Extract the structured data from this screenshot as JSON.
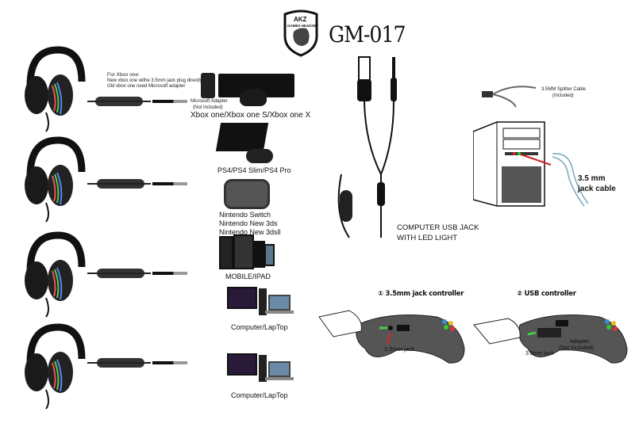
{
  "logo": {
    "brand": "AKZ",
    "subtitle": "GAMES HEADSET"
  },
  "model": "GM-017",
  "xbox": {
    "note_title": "For Xbox one:",
    "note_line1": "New xbox one withe 3.5mm jack plug directly",
    "note_line2": "Old xbox one need Microsoft adapter",
    "adapter_label1": "Microsoft Adapter",
    "adapter_label2": "(Not Included)",
    "label": "Xbox one/Xbox one S/Xbox one X"
  },
  "ps4": {
    "label": "PS4/PS4 Slim/PS4 Pro"
  },
  "nintendo": {
    "line1": "Nintendo Switch",
    "line2": "Nintendo New 3ds",
    "line3": "Nintendo New 3dsll"
  },
  "mobile": {
    "label": "MOBILE/IPAD"
  },
  "computer1": {
    "label": "Computer/LapTop"
  },
  "computer2": {
    "label": "Computer/LapTop"
  },
  "usb": {
    "line1": "COMPUTER USB JACK",
    "line2": "WITH LED LIGHT"
  },
  "splitter": {
    "line1": "3.5MM Splitter Cable",
    "line2": "(Included)"
  },
  "pc": {
    "line1": "3.5 mm",
    "line2": "jack cable"
  },
  "controller1": {
    "title": "① 3.5mm jack controller",
    "jack": "3.5mm jack"
  },
  "controller2": {
    "title": "② USB controller",
    "jack": "3.5mm jack",
    "adapter1": "Adapter",
    "adapter2": "(Not Included)"
  }
}
